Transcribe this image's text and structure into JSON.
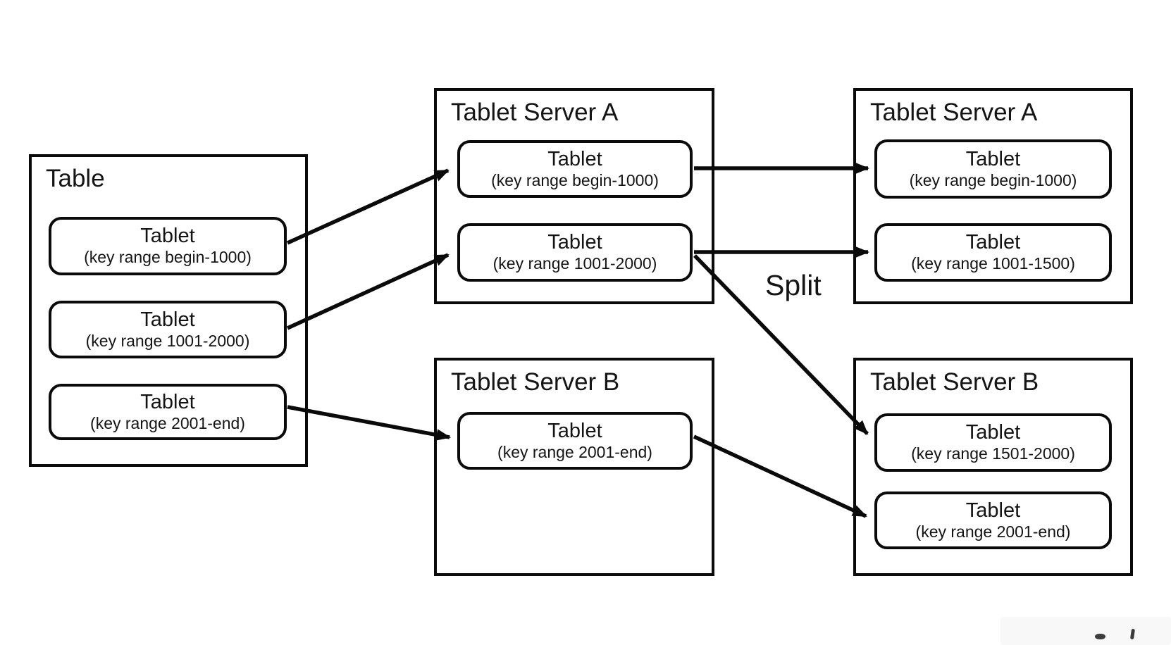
{
  "diagram": {
    "colors": {
      "stroke": "#0a0a0a",
      "text": "#141414",
      "background": "#ffffff"
    },
    "table": {
      "title": "Table",
      "tablets": [
        {
          "name": "Tablet",
          "range": "(key range begin-1000)"
        },
        {
          "name": "Tablet",
          "range": "(key range 1001-2000)"
        },
        {
          "name": "Tablet",
          "range": "(key range 2001-end)"
        }
      ]
    },
    "server_a_before": {
      "title": "Tablet Server A",
      "tablets": [
        {
          "name": "Tablet",
          "range": "(key range begin-1000)"
        },
        {
          "name": "Tablet",
          "range": "(key range 1001-2000)"
        }
      ]
    },
    "server_b_before": {
      "title": "Tablet Server B",
      "tablets": [
        {
          "name": "Tablet",
          "range": "(key range 2001-end)"
        }
      ]
    },
    "server_a_after": {
      "title": "Tablet Server A",
      "tablets": [
        {
          "name": "Tablet",
          "range": "(key range begin-1000)"
        },
        {
          "name": "Tablet",
          "range": "(key range 1001-1500)"
        }
      ]
    },
    "server_b_after": {
      "title": "Tablet Server B",
      "tablets": [
        {
          "name": "Tablet",
          "range": "(key range 1501-2000)"
        },
        {
          "name": "Tablet",
          "range": "(key range 2001-end)"
        }
      ]
    },
    "split_label": "Split"
  }
}
